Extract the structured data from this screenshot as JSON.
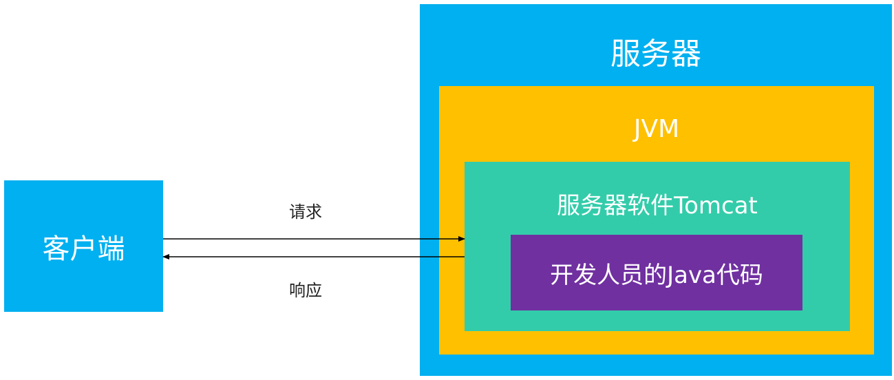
{
  "client": {
    "label": "客户端"
  },
  "server": {
    "label": "服务器",
    "jvm": {
      "label": "JVM",
      "tomcat": {
        "label": "服务器软件Tomcat",
        "code": {
          "label": "开发人员的Java代码"
        }
      }
    }
  },
  "arrows": {
    "request": "请求",
    "response": "响应"
  },
  "colors": {
    "server": "#00b0f0",
    "client": "#00b0f0",
    "jvm": "#ffc000",
    "tomcat": "#33ccaa",
    "code": "#7030a0"
  }
}
